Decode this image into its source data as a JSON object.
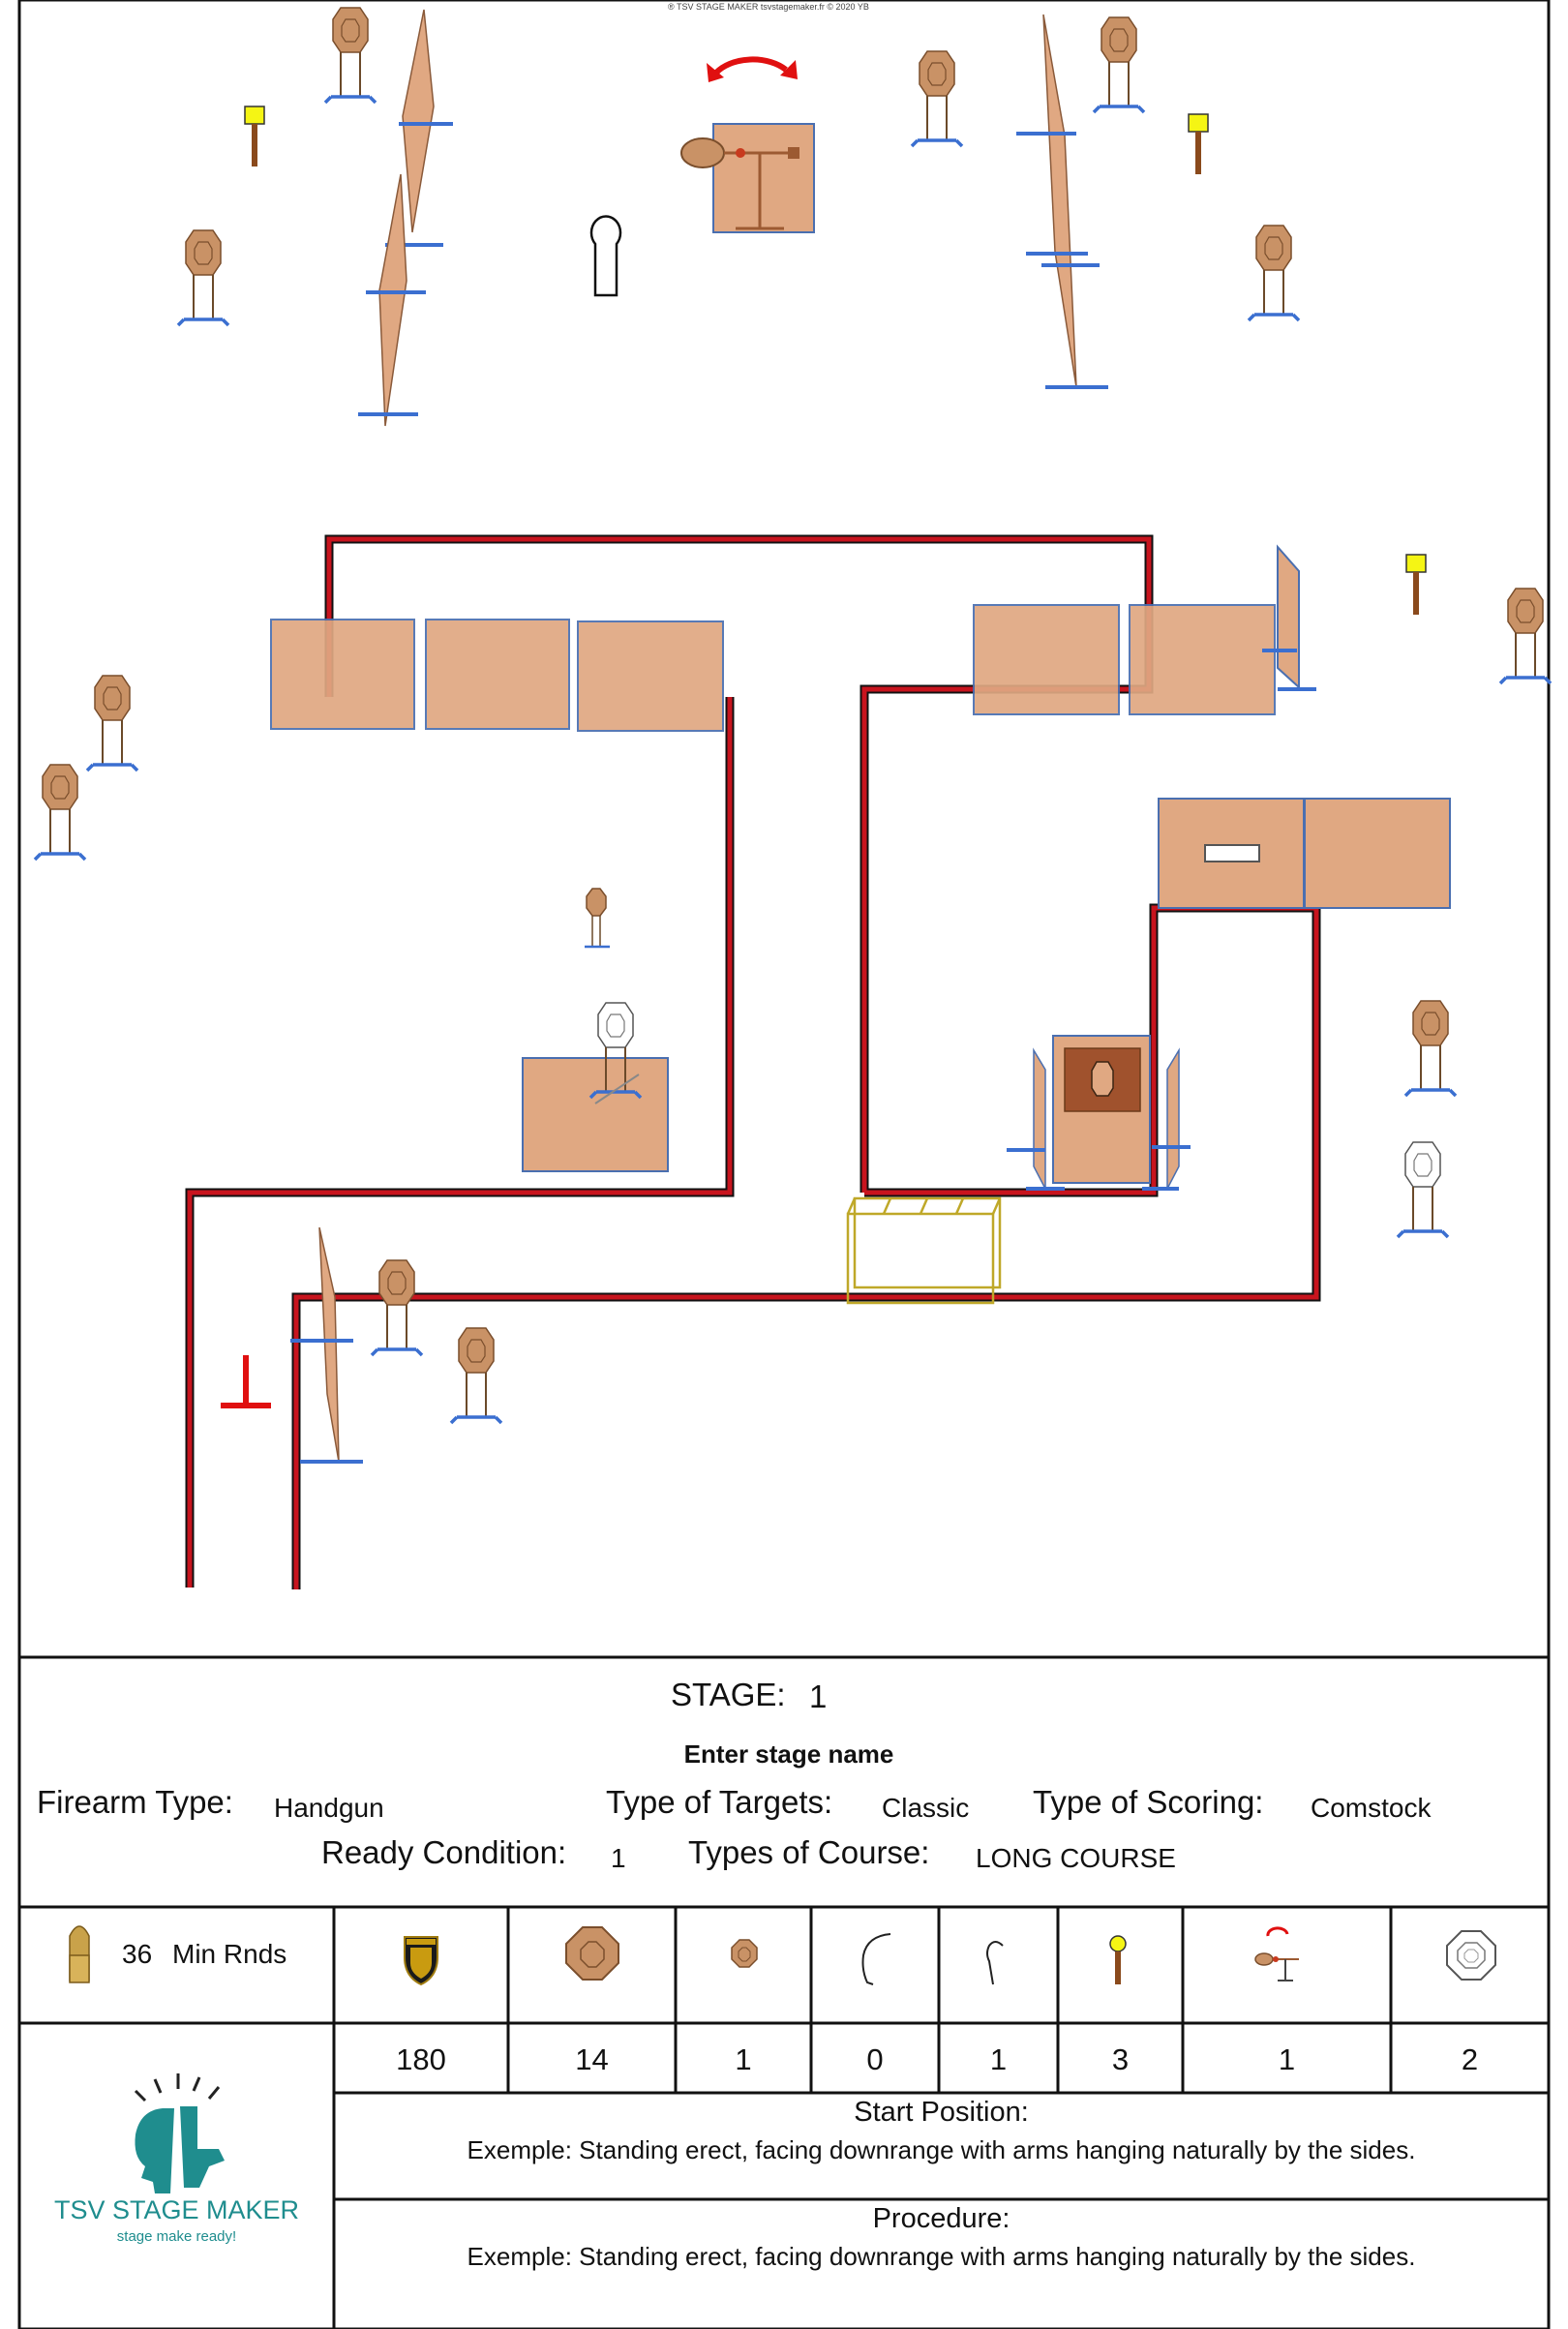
{
  "copyright": "® TSV STAGE MAKER tsvstagemaker.fr © 2020 YB",
  "stage": {
    "label": "STAGE:",
    "number": "1",
    "name": "Enter stage name"
  },
  "info": {
    "firearm_type_label": "Firearm Type:",
    "firearm_type": "Handgun",
    "type_of_targets_label": "Type of Targets:",
    "type_of_targets": "Classic",
    "type_of_scoring_label": "Type of Scoring:",
    "type_of_scoring": "Comstock",
    "ready_condition_label": "Ready Condition:",
    "ready_condition": "1",
    "types_of_course_label": "Types of Course:",
    "types_of_course": "LONG COURSE"
  },
  "rounds": {
    "count": "36",
    "label": "Min Rnds",
    "icon": "bullet-icon"
  },
  "counters": [
    {
      "icon": "badge-points-icon",
      "value": "180"
    },
    {
      "icon": "paper-target-icon",
      "value": "14"
    },
    {
      "icon": "mini-target-icon",
      "value": "1"
    },
    {
      "icon": "large-popper-icon",
      "value": "0"
    },
    {
      "icon": "small-popper-icon",
      "value": "1"
    },
    {
      "icon": "metal-plate-icon",
      "value": "3"
    },
    {
      "icon": "swinger-target-icon",
      "value": "1"
    },
    {
      "icon": "no-shoot-target-icon",
      "value": "2"
    }
  ],
  "start_position": {
    "title": "Start Position:",
    "text": "Exemple: Standing erect, facing downrange with arms hanging naturally by the sides."
  },
  "procedure": {
    "title": "Procedure:",
    "text": "Exemple: Standing erect, facing downrange with arms hanging naturally by the sides."
  },
  "logo": {
    "name": "TSV STAGE MAKER",
    "tagline": "stage make ready!"
  },
  "colors": {
    "wall": "#e0a882",
    "fault_line": "#c8141e",
    "stand": "#3b6fd0",
    "target": "#c99266",
    "plate": "#f5f514",
    "barrel": "#c8b44a",
    "logo": "#1f8d8e"
  }
}
